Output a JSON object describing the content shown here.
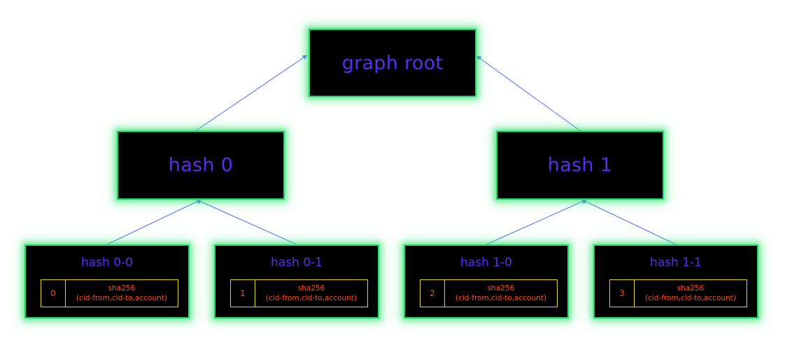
{
  "root": {
    "label": "graph root"
  },
  "hashes": [
    {
      "label": "hash 0"
    },
    {
      "label": "hash 1"
    }
  ],
  "leaves": [
    {
      "title": "hash 0-0",
      "index": "0",
      "function": "sha256",
      "args": "(cid-from,cid-to,account)"
    },
    {
      "title": "hash 0-1",
      "index": "1",
      "function": "sha256",
      "args": "(cid-from,cid-to,account)"
    },
    {
      "title": "hash 1-0",
      "index": "2",
      "function": "sha256",
      "args": "(cid-from,cid-to,account)"
    },
    {
      "title": "hash 1-1",
      "index": "3",
      "function": "sha256",
      "args": "(cid-from,cid-to,account)"
    }
  ],
  "colors": {
    "node_fill": "#000000",
    "node_border": "#25d466",
    "node_text": "#5a2df0",
    "record_border": "#e2d31c",
    "record_text": "#ff4a1a",
    "edge": "#4a6cff"
  }
}
